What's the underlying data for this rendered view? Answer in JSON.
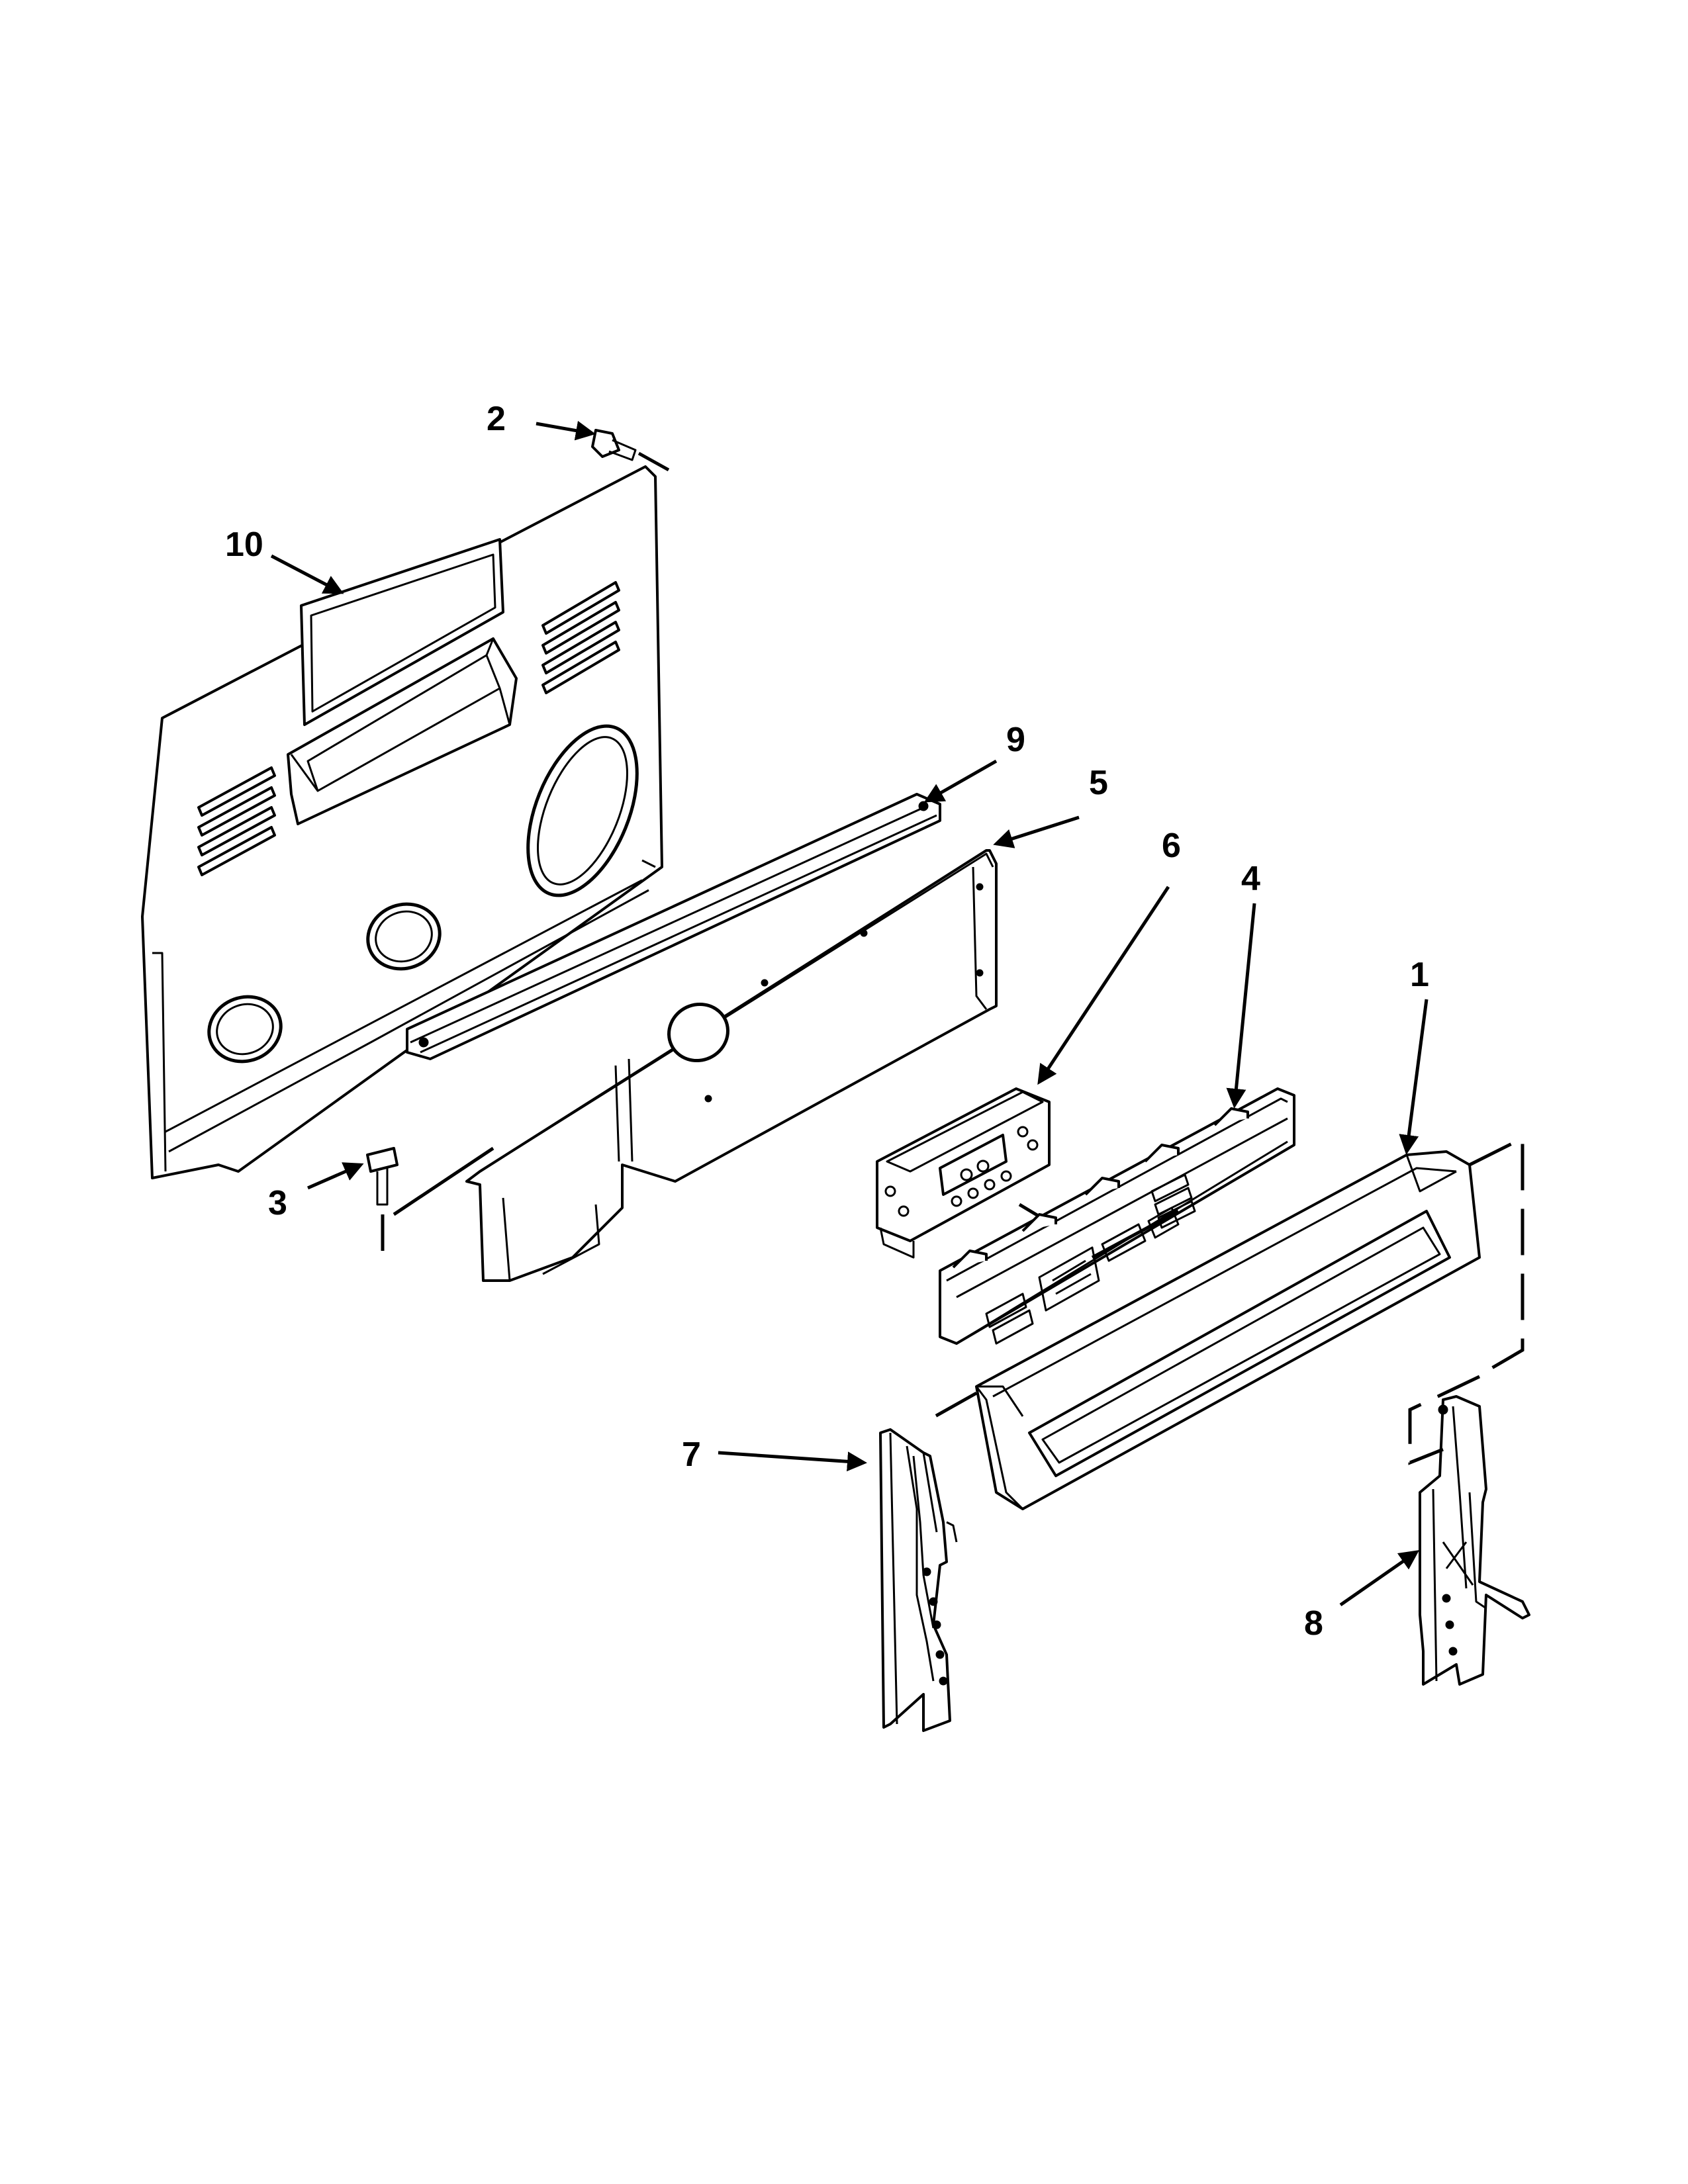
{
  "diagram": {
    "callouts": [
      {
        "id": "c1",
        "label": "1"
      },
      {
        "id": "c2",
        "label": "2"
      },
      {
        "id": "c3",
        "label": "3"
      },
      {
        "id": "c4",
        "label": "4"
      },
      {
        "id": "c5",
        "label": "5"
      },
      {
        "id": "c6",
        "label": "6"
      },
      {
        "id": "c7",
        "label": "7"
      },
      {
        "id": "c8",
        "label": "8"
      },
      {
        "id": "c9",
        "label": "9"
      },
      {
        "id": "c10",
        "label": "10"
      }
    ],
    "colors": {
      "line": "#000000",
      "background": "#ffffff"
    }
  }
}
